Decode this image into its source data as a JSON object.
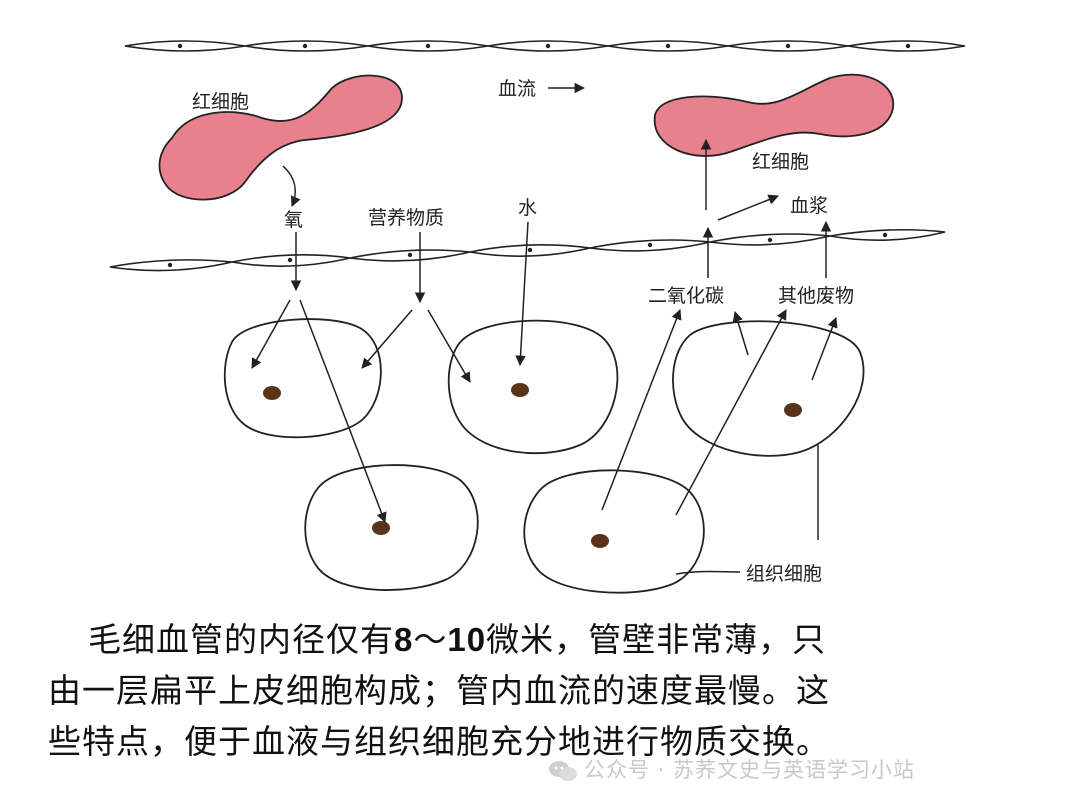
{
  "labels": {
    "rbc_left": "红细胞",
    "blood_flow": "血流",
    "rbc_right": "红细胞",
    "oxygen": "氧",
    "nutrients": "营养物质",
    "water": "水",
    "plasma": "血浆",
    "co2": "二氧化碳",
    "other_waste": "其他废物",
    "tissue_cells": "组织细胞"
  },
  "caption": {
    "line1_pre": "毛细血管的内径仅有",
    "line1_num1": "8",
    "line1_tilde": "～",
    "line1_num2": "10",
    "line1_post": "微米，管壁非常薄，只",
    "line2": "由一层扁平上皮细胞构成；管内血流的速度最慢。这",
    "line3": "些特点，便于血液与组织细胞充分地进行物质交换。"
  },
  "watermark": "公众号 · 苏荞文史与英语学习小站",
  "colors": {
    "rbc_fill": "#e8808e",
    "line": "#222222",
    "cell_fill": "#ffffff",
    "nucleus": "#5a3418"
  }
}
